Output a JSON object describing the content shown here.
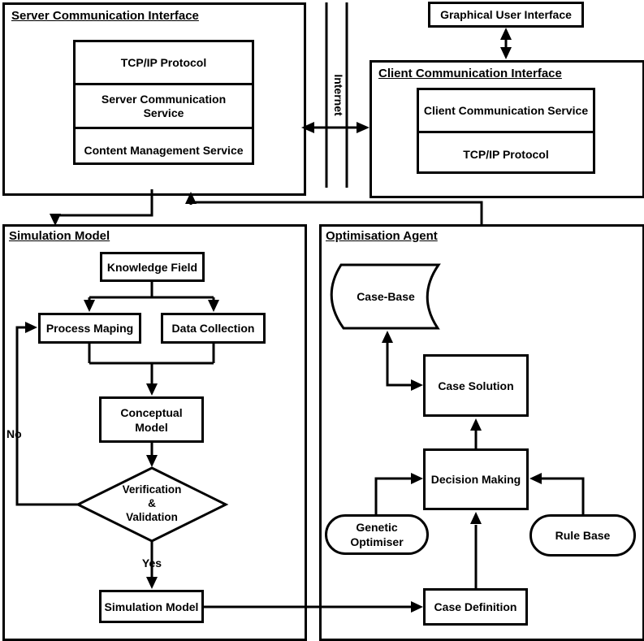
{
  "colors": {
    "ink": "#000000",
    "background": "#ffffff"
  },
  "gui": {
    "label": "Graphical User Interface"
  },
  "internet": {
    "label": "Internet"
  },
  "server": {
    "title": "Server Communication Interface",
    "cells": [
      "TCP/IP Protocol",
      "Server Communication Service",
      "Content Management Service"
    ]
  },
  "client": {
    "title": "Client Communication Interface",
    "cells": [
      "Client Communication Service",
      "TCP/IP Protocol"
    ]
  },
  "simulation": {
    "title": "Simulation Model",
    "knowledge_field": "Knowledge Field",
    "process_maping": "Process Maping",
    "data_collection": "Data Collection",
    "conceptual_model": "Conceptual Model",
    "verification_lines": [
      "Verification",
      "&",
      "Validation"
    ],
    "no_label": "No",
    "yes_label": "Yes",
    "simulation_model_box": "Simulation Model"
  },
  "optimisation": {
    "title": "Optimisation Agent",
    "case_base": "Case-Base",
    "case_solution": "Case Solution",
    "decision_making": "Decision Making",
    "genetic_optimiser": "Genetic Optimiser",
    "rule_base": "Rule Base",
    "case_definition": "Case Definition"
  }
}
